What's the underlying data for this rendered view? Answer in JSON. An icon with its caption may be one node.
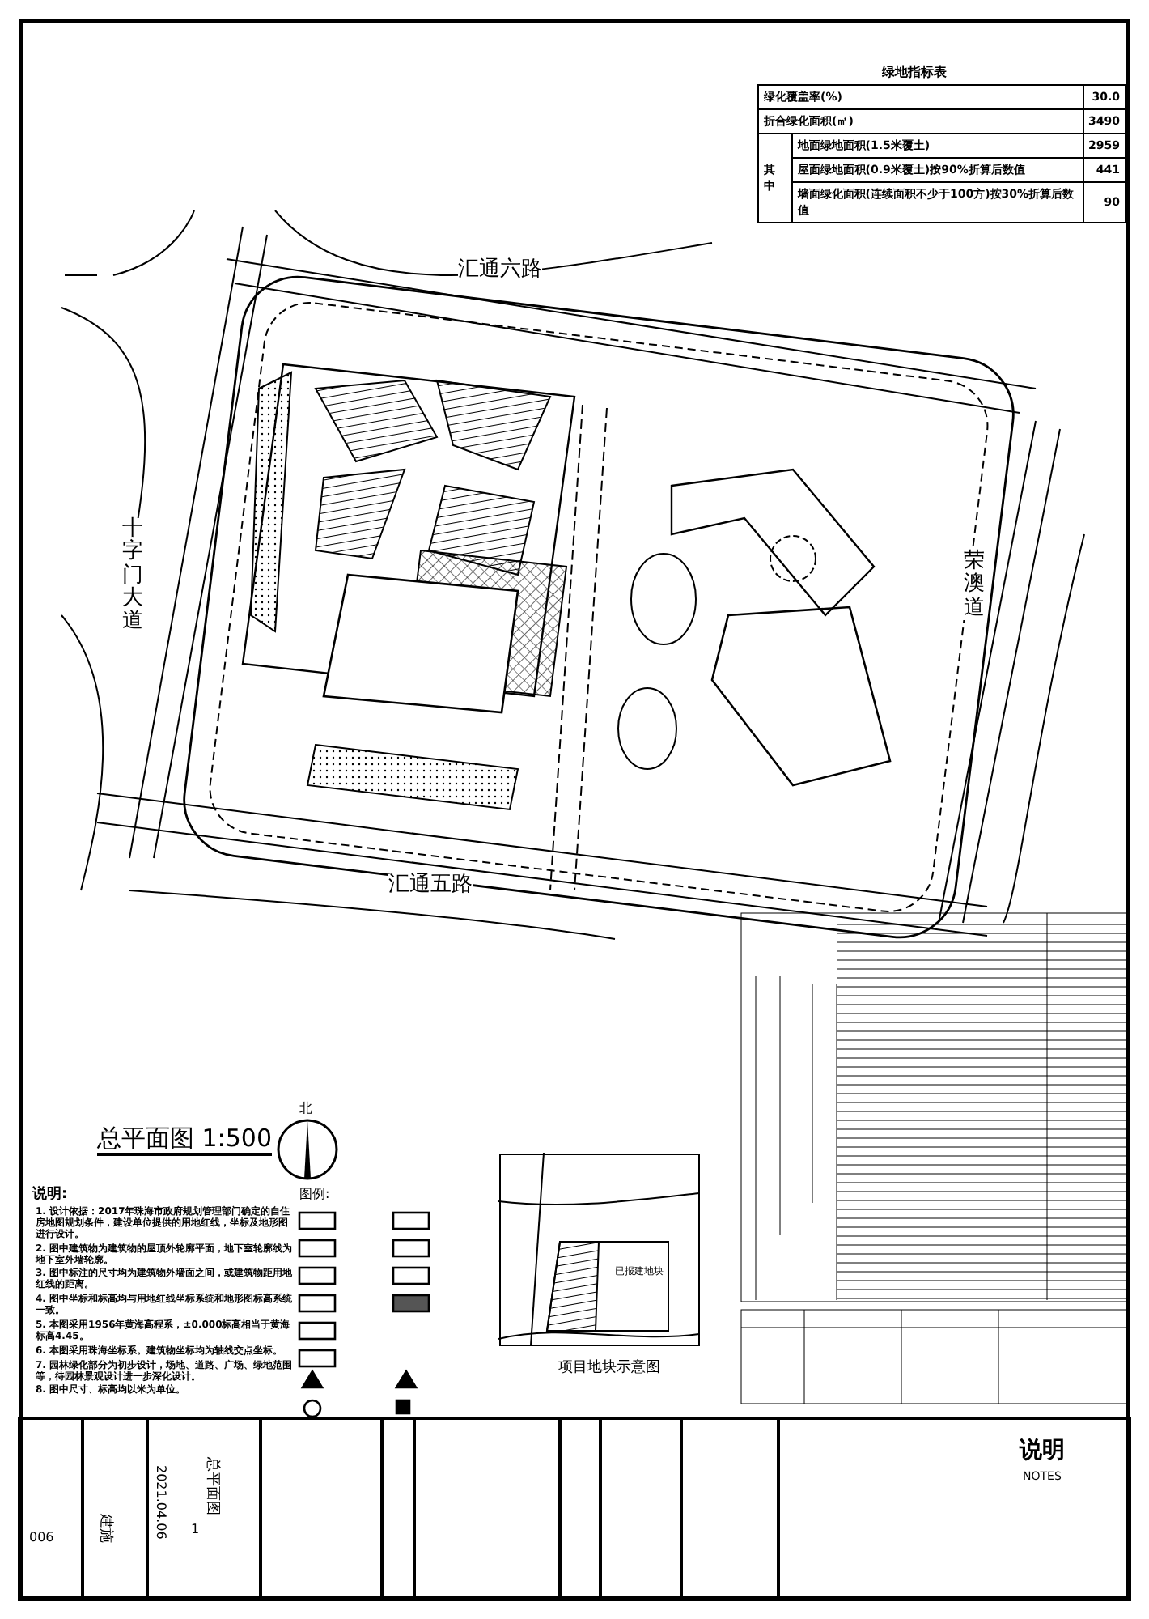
{
  "diagram": {
    "title": "总平面图 1:500",
    "labels": [
      "绿地指标表",
      "绿化覆盖率(%)",
      "30.0",
      "折合绿化面积(㎡)",
      "3490",
      "其中",
      "地面绿地面积(1.5米覆土)",
      "2959",
      "屋面绿地面积(0.9米覆土)按90%折算后数值",
      "441",
      "墙面绿化面积(连续面积不少于100方)按30%折算后数值",
      "90",
      "汇通六路",
      "十字门大道",
      "荣澳道",
      "汇通五路",
      "北",
      "说明:",
      "1. 设计依据：2017年珠海市政府规划管理部门确定的自住房地图规划条件，建设单位提供的用地红线，坐标及地形图进行设计。",
      "2. 图中建筑物为建筑物的屋顶外轮廓平面，地下室轮廓线为地下室外墙轮廓。",
      "3. 图中标注的尺寸均为建筑物外墙面之间，或建筑物距用地红线的距离。",
      "4. 图中坐标和标高均与用地红线坐标系统和地形图标高系统一致。",
      "5. 本图采用1956年黄海高程系，±0.000标高相当于黄海标高4.45。",
      "6. 本图采用珠海坐标系。建筑物坐标均为轴线交点坐标。",
      "7. 园林绿化部分为初步设计，场地、道路、广场、绿地范围等，待园林景观设计进一步深化设计。",
      "8. 图中尺寸、标高均以米为单位。",
      "图例:",
      "已报建地块",
      "项目地块示意图",
      "说明",
      "NOTES",
      "总平面图",
      "1",
      "2021.04.06",
      "建施",
      "006"
    ]
  }
}
